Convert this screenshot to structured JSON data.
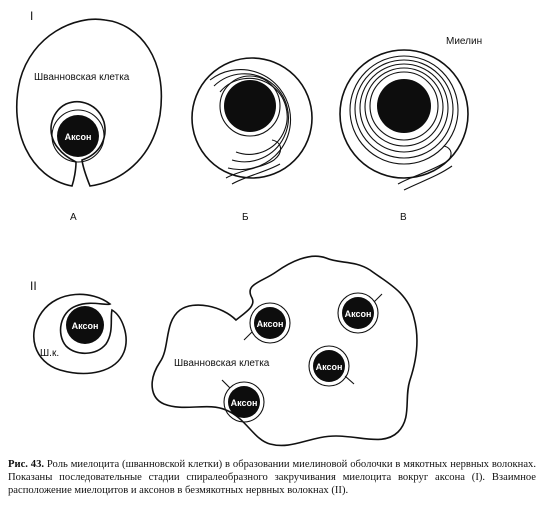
{
  "section_labels": {
    "part1": "I",
    "part2": "II"
  },
  "stage_labels": {
    "a": "А",
    "b": "Б",
    "c": "В"
  },
  "labels": {
    "schwann_cell": "Шванновская клетка",
    "axon": "Аксон",
    "myelin": "Миелин",
    "sh_k": "Ш.к.",
    "schwann_cell_2": "Шванновская клетка"
  },
  "caption": {
    "prefix": "Рис. 43.",
    "text": " Роль миелоцита (шванновской клетки) в образовании миелиновой оболочки в мякотных нервных волокнах. Показаны последовательные стадии спиралеобразного закручивания миелоцита вокруг аксона (I). Взаимное расположение миелоцитов и аксонов в безмякотных нервных волокнах (II)."
  },
  "colors": {
    "ink": "#111111",
    "axon_fill": "#0d0d0d",
    "background": "#ffffff"
  }
}
